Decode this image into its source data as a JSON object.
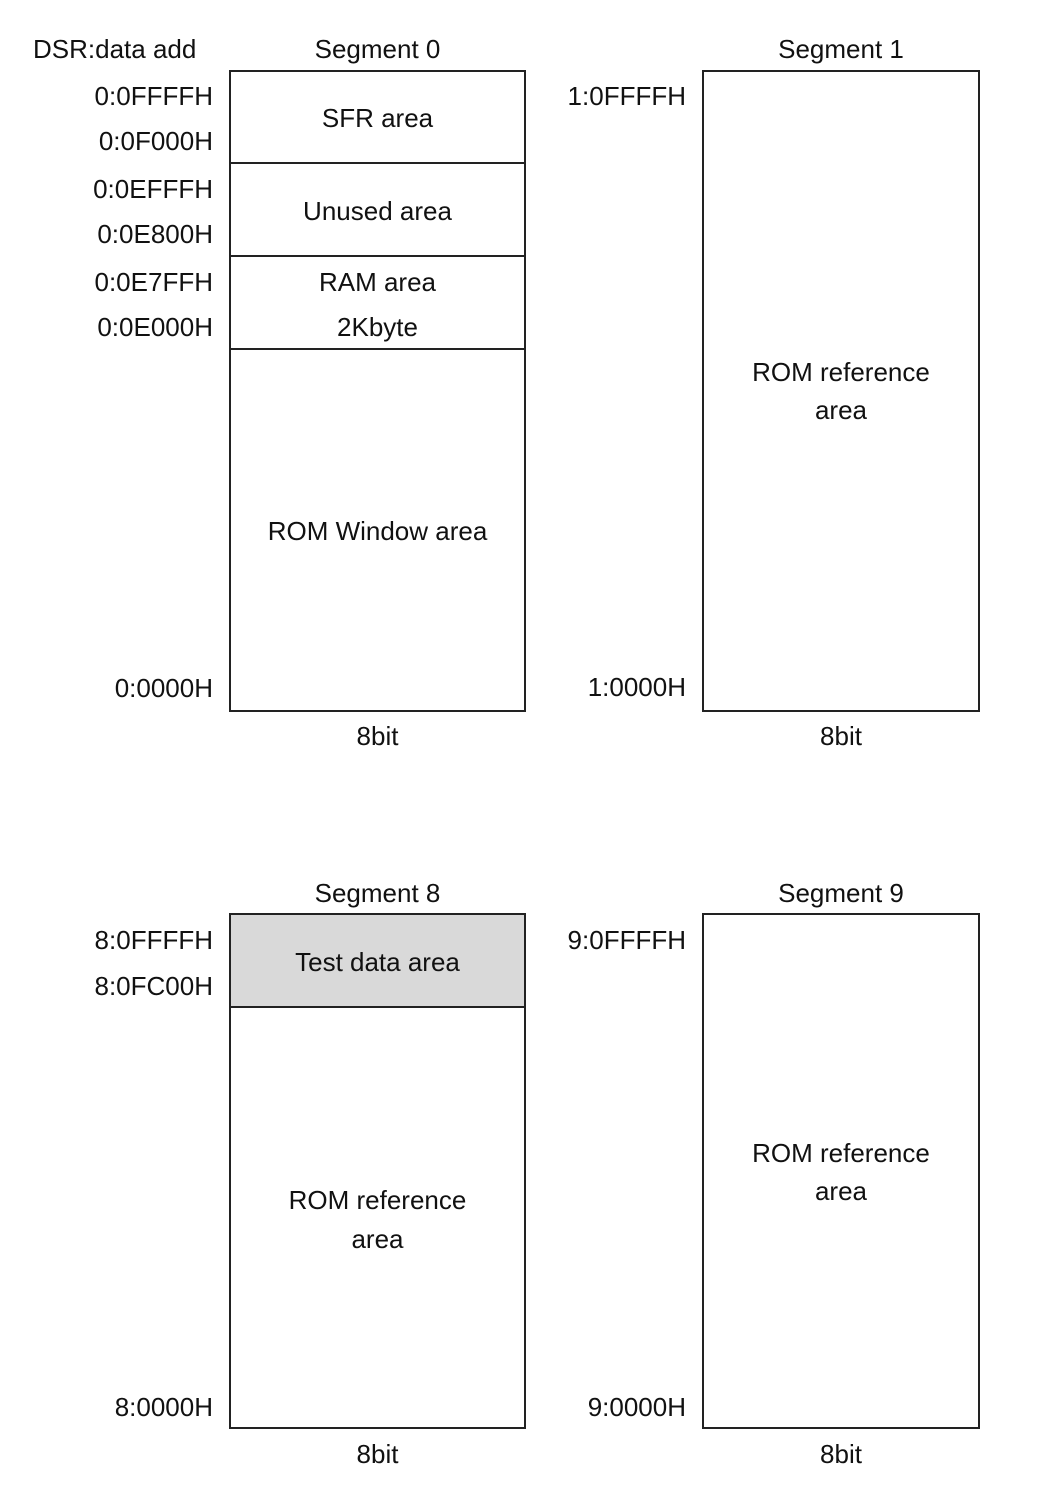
{
  "header": {
    "address_column_label": "DSR:data add"
  },
  "segments": {
    "seg0": {
      "title": "Segment 0",
      "width_label": "8bit",
      "addresses": [
        "0:0FFFFH",
        "0:0F000H",
        "0:0EFFFH",
        "0:0E800H",
        "0:0E7FFH",
        "0:0E000H",
        "0:0000H"
      ],
      "areas": [
        "SFR area",
        "Unused area",
        "RAM area",
        "2Kbyte",
        "ROM Window area"
      ]
    },
    "seg1": {
      "title": "Segment 1",
      "width_label": "8bit",
      "addresses": [
        "1:0FFFFH",
        "1:0000H"
      ],
      "areas": [
        "ROM reference",
        "area"
      ]
    },
    "seg8": {
      "title": "Segment 8",
      "width_label": "8bit",
      "addresses": [
        "8:0FFFFH",
        "8:0FC00H",
        "8:0000H"
      ],
      "areas": [
        "Test data area",
        "ROM reference",
        "area"
      ],
      "highlight_color": "#d9d9d9"
    },
    "seg9": {
      "title": "Segment 9",
      "width_label": "8bit",
      "addresses": [
        "9:0FFFFH",
        "9:0000H"
      ],
      "areas": [
        "ROM reference",
        "area"
      ]
    }
  }
}
